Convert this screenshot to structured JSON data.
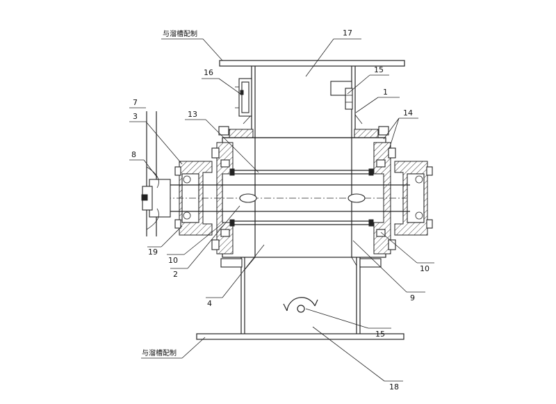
{
  "notes": {
    "top": "与溜槽配制",
    "bottom": "与溜槽配制"
  },
  "labels": {
    "l17": "17",
    "l16": "16",
    "l15a": "15",
    "l1": "1",
    "l14": "14",
    "l13": "13",
    "l7": "7",
    "l3": "3",
    "l8": "8",
    "l19": "19",
    "l10a": "10",
    "l2": "2",
    "l4": "4",
    "l10b": "10",
    "l9": "9",
    "l15b": "15",
    "l18": "18"
  }
}
